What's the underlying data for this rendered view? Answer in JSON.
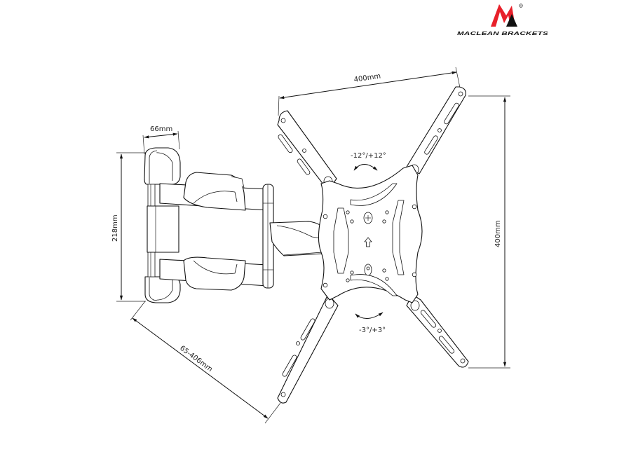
{
  "logo": {
    "brand": "MACLEAN BRACKETS",
    "registered": "®",
    "colors": {
      "red": "#e8202a",
      "black": "#111111"
    }
  },
  "diagram": {
    "subject": "TV wall mount bracket with articulating arm",
    "dimensions": {
      "vesa_width": "400mm",
      "vesa_height": "400mm",
      "wall_plate_width": "66mm",
      "wall_plate_height": "218mm",
      "arm_extension": "65-406mm"
    },
    "rotation": {
      "swivel": "-12°/+12°",
      "tilt": "-3°/+3°"
    }
  }
}
